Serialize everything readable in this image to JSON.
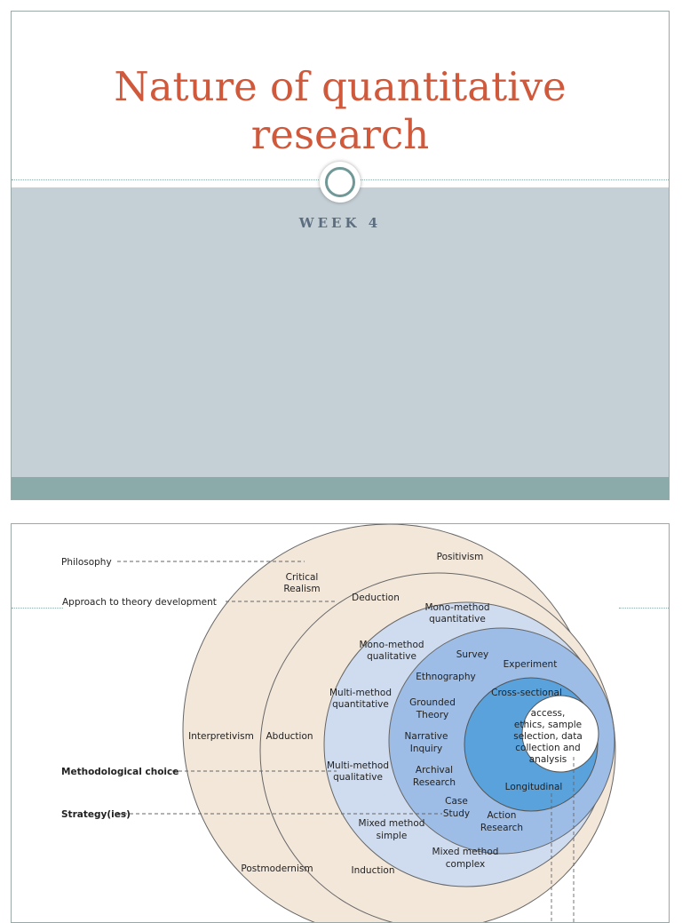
{
  "slide1": {
    "title_line1": "Nature of quantitative",
    "title_line2": "research",
    "subtitle": "WEEK 4"
  },
  "onion": {
    "left_labels": {
      "philosophy": "Philosophy",
      "approach": "Approach to theory development",
      "methodological_choice": "Methodological choice",
      "strategies": "Strategy(ies)"
    },
    "philosophy_layer": {
      "positivism": "Positivism",
      "critical_realism": [
        "Critical",
        "Realism"
      ],
      "interpretivism": "Interpretivism",
      "postmodernism": "Postmodernism"
    },
    "approach_layer": {
      "deduction": "Deduction",
      "abduction": "Abduction",
      "induction": "Induction"
    },
    "choice_layer": {
      "mono_quant": [
        "Mono-method",
        "quantitative"
      ],
      "mono_qual": [
        "Mono-method",
        "qualitative"
      ],
      "multi_quant": [
        "Multi-method",
        "quantitative"
      ],
      "multi_qual": [
        "Multi-method",
        "qualitative"
      ],
      "mixed_simple": [
        "Mixed method",
        "simple"
      ],
      "mixed_complex": [
        "Mixed method",
        "complex"
      ]
    },
    "strategy_layer": {
      "survey": "Survey",
      "experiment": "Experiment",
      "ethnography": "Ethnography",
      "grounded": [
        "Grounded",
        "Theory"
      ],
      "narrative": [
        "Narrative",
        "Inquiry"
      ],
      "archival": [
        "Archival",
        "Research"
      ],
      "case": [
        "Case",
        "Study"
      ],
      "action": [
        "Action",
        "Research"
      ]
    },
    "time_layer": {
      "cross_sectional": "Cross-sectional",
      "longitudinal": "Longitudinal"
    },
    "core": [
      "access,",
      "ethics, sample",
      "selection, data",
      "collection and",
      "analysis"
    ],
    "colors": {
      "philosophy": "#f3e7da",
      "approach": "#f3e7da",
      "choice": "#cfdcef",
      "strategy": "#9dbde6",
      "time": "#5aa2dc",
      "core": "#ffffff"
    }
  }
}
